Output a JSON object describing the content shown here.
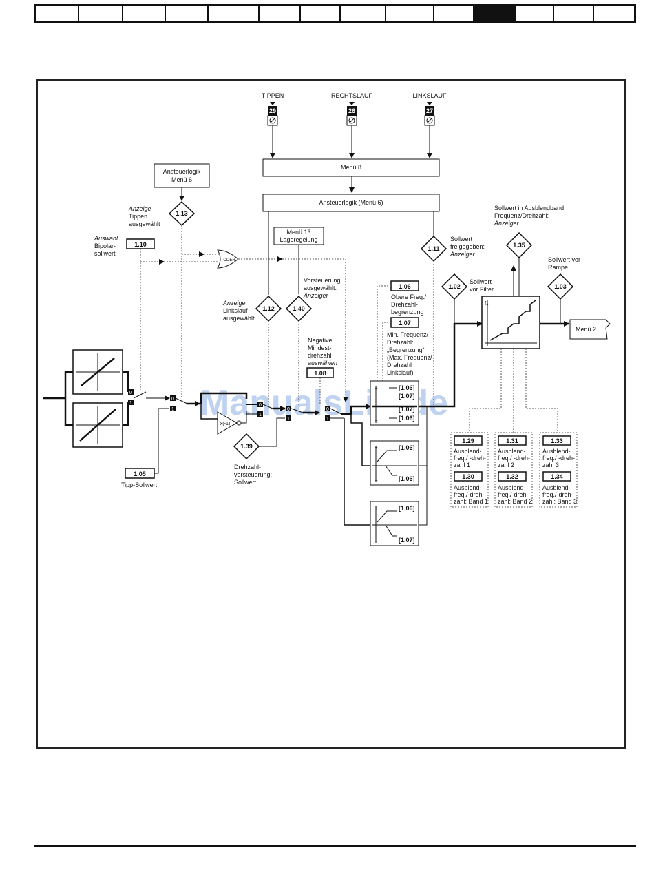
{
  "tabs": [
    {
      "active": false
    },
    {
      "active": false
    },
    {
      "active": false
    },
    {
      "active": false
    },
    {
      "active": false
    },
    {
      "active": false
    },
    {
      "active": false
    },
    {
      "active": false
    },
    {
      "active": false
    },
    {
      "active": false
    },
    {
      "active": true
    },
    {
      "active": false
    },
    {
      "active": false
    },
    {
      "active": false
    }
  ],
  "inputs": {
    "tippen": {
      "label": "TIPPEN",
      "terminal": "29"
    },
    "rechtslauf": {
      "label": "RECHTSLAUF",
      "terminal": "26"
    },
    "linkslauf": {
      "label": "LINKSLAUF",
      "terminal": "27"
    }
  },
  "blocks": {
    "menu8": "Menü 8",
    "ansteuerlogik_menu6": "Ansteuerlogik  (Menü 6)",
    "ansteuerlogik_l1": "Ansteuerlogik",
    "ansteuerlogik_l2": "Menü 6",
    "menu13_l1": "Menü 13",
    "menu13_l2": "Lageregelung",
    "menu2": "Menü 2",
    "oder": "ODER",
    "invert": "x(-1)"
  },
  "params": {
    "p110": "1.10",
    "p113": "1.13",
    "p112": "1.12",
    "p140": "1.40",
    "p111": "1.11",
    "p106": "1.06",
    "p107": "1.07",
    "p108": "1.08",
    "p102": "1.02",
    "p135": "1.35",
    "p103": "1.03",
    "p139": "1.39",
    "p105": "1.05",
    "p129": "1.29",
    "p130": "1.30",
    "p131": "1.31",
    "p132": "1.32",
    "p133": "1.33",
    "p134": "1.34",
    "ref106": "[1.06]",
    "ref107": "[1.07]"
  },
  "labels": {
    "anzeige_tippen": [
      "Anzeige",
      "Tippen",
      "ausgewählt"
    ],
    "auswahl_bipolar": [
      "Auswahl",
      "Bipolar-",
      "sollwert"
    ],
    "anzeige_linkslauf": [
      "Anzeige",
      "Linkslauf",
      "ausgewählt"
    ],
    "vorsteuerung": [
      "Vorsteuerung",
      "ausgewählt:",
      "Anzeiger"
    ],
    "sollwert_freigegeben": [
      "Sollwert",
      "freigegeben:",
      "Anzeiger"
    ],
    "obere_freq": [
      "Obere Freq./",
      "Drehzahl-",
      "begrenzung"
    ],
    "min_freq": [
      "Min. Frequenz/",
      "Drehzahl:",
      "„Begrenzung“",
      "(Max. Frequenz/",
      "Drehzahl",
      "Linkslauf)"
    ],
    "negative_mindest": [
      "Negative",
      "Mindest-",
      "drehzahl",
      "auswählen"
    ],
    "sollwert_vor_filter": [
      "Sollwert",
      "vor Filter"
    ],
    "sollwert_ausblend": [
      "Sollwert in Ausblendband",
      "Frequenz/Drehzahl:",
      "Anzeiger"
    ],
    "sollwert_vor_rampe": [
      "Sollwert vor",
      "Rampe"
    ],
    "drehzahlvorsteuerung": [
      "Drehzahl-",
      "vorsteuerung:",
      "Sollwert"
    ],
    "tipp_sollwert": "Tipp-Sollwert",
    "ausblend1": [
      "Ausblend-",
      "freq./ -dreh-",
      "zahl 1"
    ],
    "band1": [
      "Ausblend-",
      "freq./-dreh-",
      "zahl: Band 1"
    ],
    "ausblend2": [
      "Ausblend-",
      "freq./ -dreh-",
      "zahl 2"
    ],
    "band2": [
      "Ausblend-",
      "freq./-dreh-",
      "zahl: Band 2"
    ],
    "ausblend3": [
      "Ausblend-",
      "freq./ -dreh-",
      "zahl 3"
    ],
    "band3": [
      "Ausblend-",
      "freq./-dreh-",
      "zahl: Band 3"
    ],
    "f0": "f₀",
    "switch0": "0",
    "switch1": "1",
    "plus": "+",
    "minus": "–"
  },
  "watermark": "ManualsLib.de"
}
